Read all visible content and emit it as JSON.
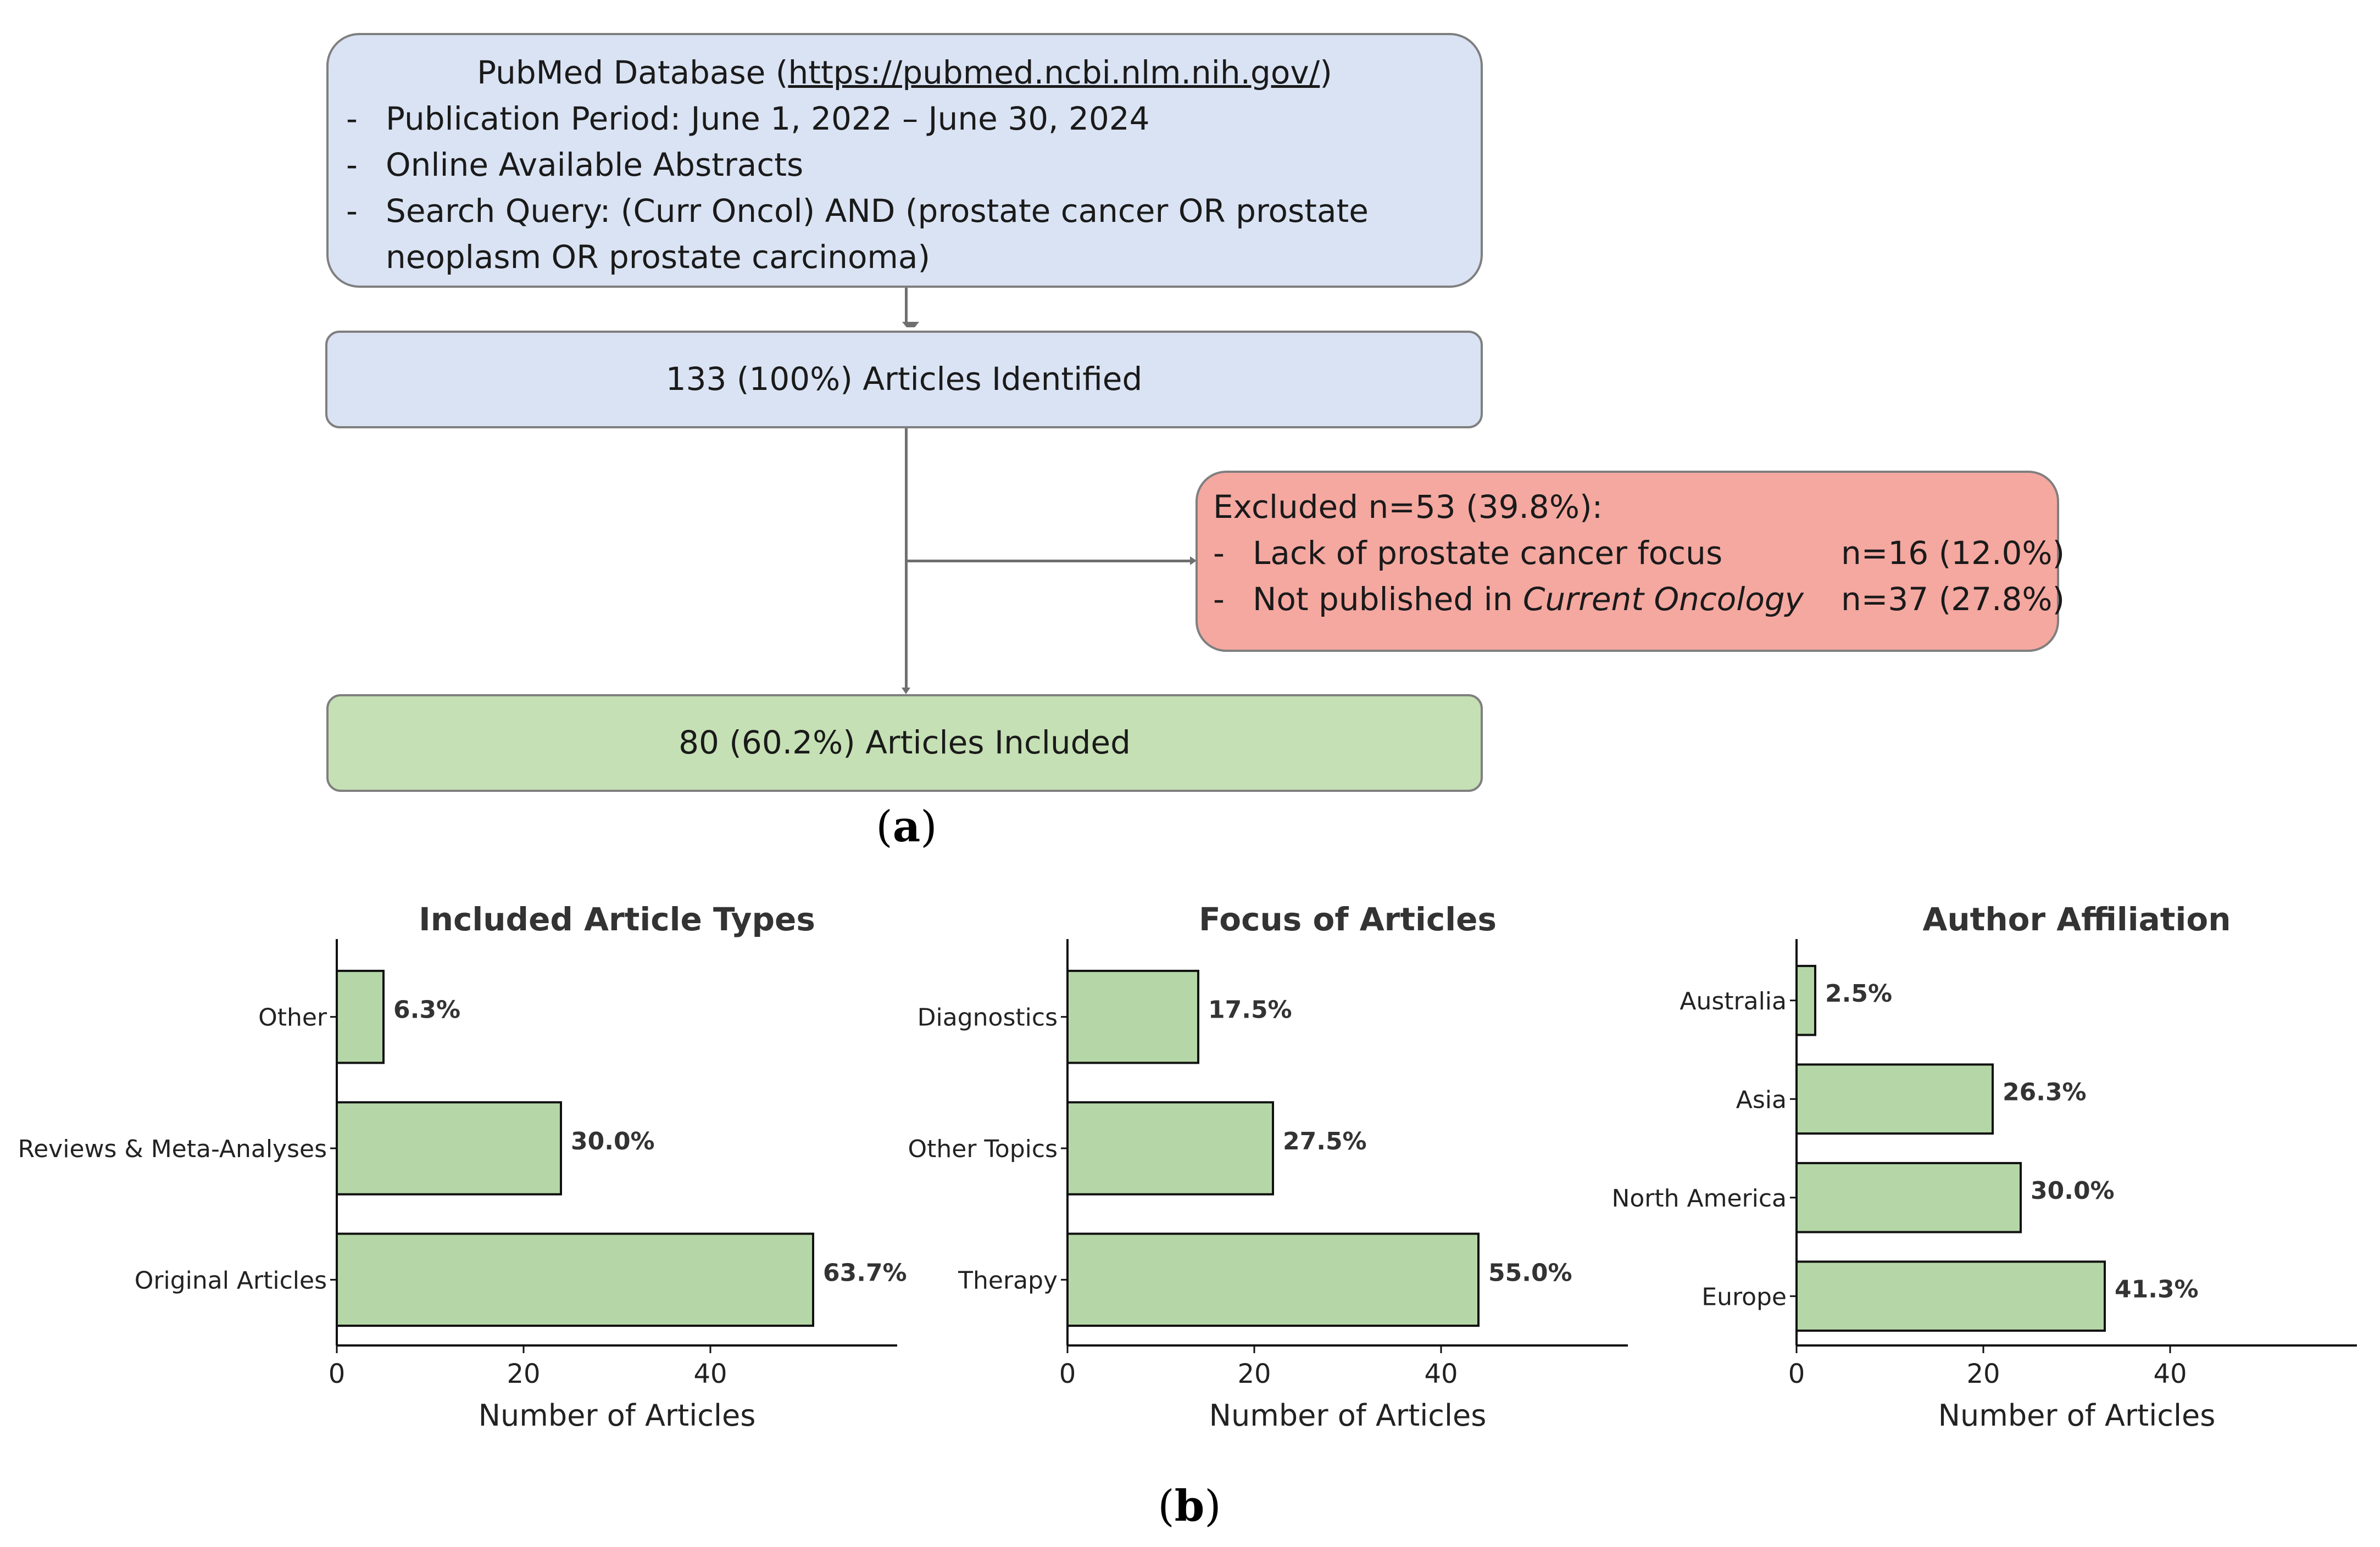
{
  "flowchart": {
    "source_box": {
      "title_prefix": "PubMed Database (",
      "url": "https://pubmed.ncbi.nlm.nih.gov/",
      "title_suffix": ")",
      "bullets": [
        "Publication Period: June 1, 2022 – June 30, 2024",
        "Online Available Abstracts",
        "Search Query: (Curr Oncol) AND (prostate cancer OR prostate",
        "neoplasm OR prostate carcinoma)"
      ],
      "dash": "-"
    },
    "identified_box": {
      "text": "133 (100%) Articles Identified"
    },
    "excluded_box": {
      "title": "Excluded n=53 (39.8%):",
      "items": [
        {
          "label": "Lack of prostate cancer focus",
          "count": "n=16 (12.0%)"
        },
        {
          "label_prefix": "Not published in ",
          "label_italic": "Current Oncology",
          "count": "n=37 (27.8%)"
        }
      ]
    },
    "included_box": {
      "text": "80 (60.2%) Articles Included"
    },
    "colors": {
      "blue": "#dae3f3",
      "red": "#f4a8a0",
      "green": "#c5e0b4",
      "border": "#7f7f7f"
    }
  },
  "captions": {
    "a": {
      "open": "(",
      "letter": "a",
      "close": ")"
    },
    "b": {
      "open": "(",
      "letter": "b",
      "close": ")"
    }
  },
  "chart_data": [
    {
      "type": "bar",
      "orientation": "horizontal",
      "title": "Included Article Types",
      "xlabel": "Number of Articles",
      "ylabel": "",
      "categories": [
        "Original Articles",
        "Reviews & Meta-Analyses",
        "Other"
      ],
      "values": [
        51,
        24,
        5
      ],
      "data_labels": [
        "63.7%",
        "30.0%",
        "6.3%"
      ],
      "xlim": [
        0,
        60
      ],
      "xticks": [
        0,
        20,
        40
      ],
      "bar_color": "#b5d7a7",
      "grid": false
    },
    {
      "type": "bar",
      "orientation": "horizontal",
      "title": "Focus of Articles",
      "xlabel": "Number of Articles",
      "ylabel": "",
      "categories": [
        "Therapy",
        "Other Topics",
        "Diagnostics"
      ],
      "values": [
        44,
        22,
        14
      ],
      "data_labels": [
        "55.0%",
        "27.5%",
        "17.5%"
      ],
      "xlim": [
        0,
        60
      ],
      "xticks": [
        0,
        20,
        40
      ],
      "bar_color": "#b5d7a7",
      "grid": false
    },
    {
      "type": "bar",
      "orientation": "horizontal",
      "title": "Author Affiliation",
      "xlabel": "Number of Articles",
      "ylabel": "",
      "categories": [
        "Europe",
        "North America",
        "Asia",
        "Australia"
      ],
      "values": [
        33,
        24,
        21,
        2
      ],
      "data_labels": [
        "41.3%",
        "30.0%",
        "26.3%",
        "2.5%"
      ],
      "xlim": [
        0,
        60
      ],
      "xticks": [
        0,
        20,
        40
      ],
      "bar_color": "#b5d7a7",
      "grid": false
    }
  ]
}
